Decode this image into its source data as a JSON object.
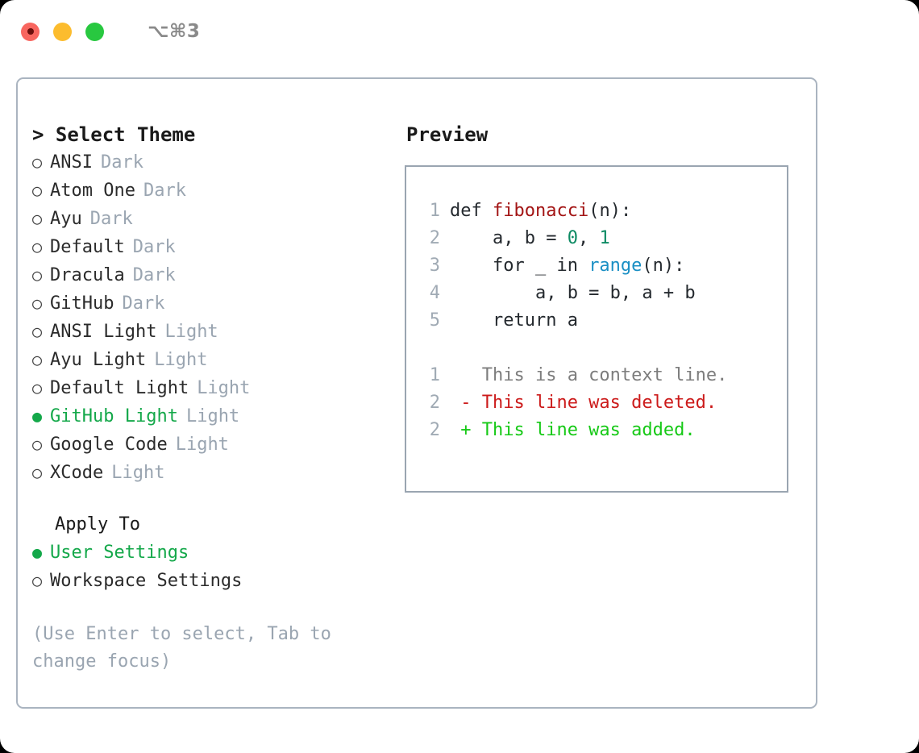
{
  "window": {
    "shortcut": "⌥⌘3",
    "traffic_lights": [
      {
        "name": "close",
        "color": "#f8665f"
      },
      {
        "name": "minimize",
        "color": "#fcbc2e"
      },
      {
        "name": "maximize",
        "color": "#28c840"
      }
    ]
  },
  "left": {
    "header": "> Select Theme",
    "themes": [
      {
        "bullet": "○",
        "label": "ANSI",
        "tag": "Dark",
        "selected": false
      },
      {
        "bullet": "○",
        "label": "Atom One",
        "tag": "Dark",
        "selected": false
      },
      {
        "bullet": "○",
        "label": "Ayu",
        "tag": "Dark",
        "selected": false
      },
      {
        "bullet": "○",
        "label": "Default",
        "tag": "Dark",
        "selected": false
      },
      {
        "bullet": "○",
        "label": "Dracula",
        "tag": "Dark",
        "selected": false
      },
      {
        "bullet": "○",
        "label": "GitHub",
        "tag": "Dark",
        "selected": false
      },
      {
        "bullet": "○",
        "label": "ANSI Light",
        "tag": "Light",
        "selected": false
      },
      {
        "bullet": "○",
        "label": "Ayu Light",
        "tag": "Light",
        "selected": false
      },
      {
        "bullet": "○",
        "label": "Default Light",
        "tag": "Light",
        "selected": false
      },
      {
        "bullet": "●",
        "label": "GitHub Light",
        "tag": "Light",
        "selected": true
      },
      {
        "bullet": "○",
        "label": "Google Code",
        "tag": "Light",
        "selected": false
      },
      {
        "bullet": "○",
        "label": "XCode",
        "tag": "Light",
        "selected": false
      }
    ],
    "apply_to": {
      "title": "Apply To",
      "options": [
        {
          "bullet": "●",
          "label": "User Settings",
          "selected": true
        },
        {
          "bullet": "○",
          "label": "Workspace Settings",
          "selected": false
        }
      ]
    },
    "hint": "(Use Enter to select, Tab to change focus)"
  },
  "right": {
    "title": "Preview",
    "code_lines": [
      {
        "num": "1",
        "parts": [
          {
            "text": "def ",
            "type": "plain"
          },
          {
            "text": "fibonacci",
            "type": "fn"
          },
          {
            "text": "(n):",
            "type": "plain"
          }
        ]
      },
      {
        "num": "2",
        "parts": [
          {
            "text": "    a, b = ",
            "type": "plain"
          },
          {
            "text": "0",
            "type": "num"
          },
          {
            "text": ", ",
            "type": "plain"
          },
          {
            "text": "1",
            "type": "num"
          }
        ]
      },
      {
        "num": "3",
        "parts": [
          {
            "text": "    for _ in ",
            "type": "plain"
          },
          {
            "text": "range",
            "type": "call"
          },
          {
            "text": "(n):",
            "type": "plain"
          }
        ]
      },
      {
        "num": "4",
        "parts": [
          {
            "text": "        a, b = b, a + b",
            "type": "plain"
          }
        ]
      },
      {
        "num": "5",
        "parts": [
          {
            "text": "    return a",
            "type": "plain"
          }
        ]
      }
    ],
    "diff_lines": [
      {
        "num": "1",
        "marker": "  ",
        "text": "This is a context line.",
        "kind": "ctx"
      },
      {
        "num": "2",
        "marker": "- ",
        "text": "This line was deleted.",
        "kind": "del"
      },
      {
        "num": "2",
        "marker": "+ ",
        "text": "This line was added.",
        "kind": "add"
      }
    ]
  },
  "colors": {
    "accent_green": "#14a84a",
    "diff_add": "#16c916",
    "diff_del": "#cc1b1b",
    "muted": "#9aa5b1",
    "fn": "#a31515",
    "num": "#0c8a63",
    "call": "#1a8fc4"
  }
}
